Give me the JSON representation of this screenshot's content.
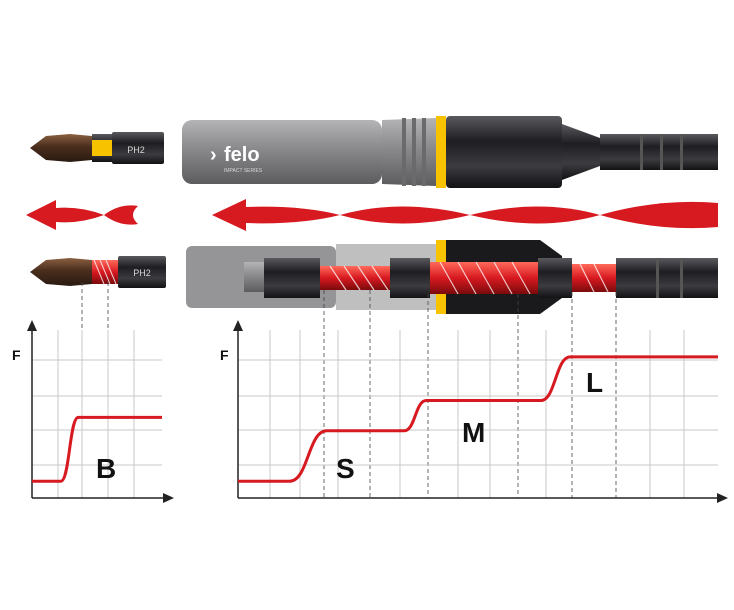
{
  "brand": {
    "name": "felo",
    "subtext": "IMPACT SERIES",
    "mark": "›"
  },
  "bit_engraving": "PH2",
  "colors": {
    "accent_red": "#d71920",
    "accent_yellow": "#f7c200",
    "metal_dark": "#2f2f33",
    "metal_grey": "#8a8a8c",
    "grid": "#c9c9c9",
    "axis": "#222222"
  },
  "icons": [
    "arrow-left-icon",
    "twist-icon",
    "spring-zone-icon"
  ],
  "charts": {
    "left": {
      "y_label": "F",
      "zone_label": "B"
    },
    "right": {
      "y_label": "F",
      "zone_labels": [
        "S",
        "M",
        "L"
      ]
    }
  },
  "chart_data": [
    {
      "type": "line",
      "title": "",
      "ylabel": "F",
      "xlabel": "",
      "grid": true,
      "series": [
        {
          "values": [
            [
              0,
              0.5
            ],
            [
              2,
              0.5
            ],
            [
              3.2,
              2.4
            ],
            [
              9,
              2.4
            ]
          ]
        }
      ],
      "annotations": [
        "B"
      ]
    },
    {
      "type": "line",
      "title": "",
      "ylabel": "F",
      "xlabel": "",
      "grid": true,
      "series": [
        {
          "values": [
            [
              0,
              0.5
            ],
            [
              1.4,
              0.5
            ],
            [
              2.4,
              2.0
            ],
            [
              4.5,
              2.0
            ],
            [
              5.1,
              2.9
            ],
            [
              8.2,
              2.9
            ],
            [
              9.0,
              4.2
            ],
            [
              13,
              4.2
            ]
          ]
        }
      ],
      "annotations": [
        "S",
        "M",
        "L"
      ]
    }
  ]
}
